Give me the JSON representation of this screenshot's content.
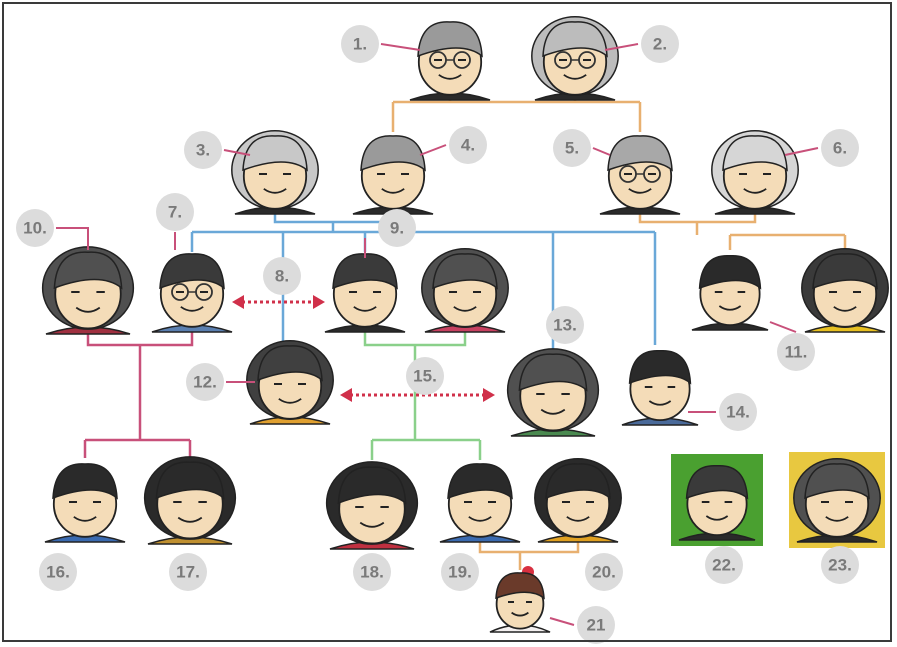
{
  "members": [
    {
      "id": "m1",
      "label": "1.",
      "hair": "#9a9a9a",
      "skin": "#f4dcb8",
      "shirt": "#2a2a2a",
      "glasses": true,
      "gender": "m"
    },
    {
      "id": "m2",
      "label": "2.",
      "hair": "#bcbcbc",
      "skin": "#f4dcb8",
      "shirt": "#2a2a2a",
      "glasses": true,
      "gender": "f"
    },
    {
      "id": "m3",
      "label": "3.",
      "hair": "#c8c8c8",
      "skin": "#f4dcb8",
      "shirt": "#2a2a2a",
      "glasses": false,
      "gender": "f"
    },
    {
      "id": "m4",
      "label": "4.",
      "hair": "#9a9a9a",
      "skin": "#f4dcb8",
      "shirt": "#2a2a2a",
      "glasses": false,
      "gender": "m"
    },
    {
      "id": "m5",
      "label": "5.",
      "hair": "#a8a8a8",
      "skin": "#f4dcb8",
      "shirt": "#2a2a2a",
      "glasses": true,
      "gender": "m"
    },
    {
      "id": "m6",
      "label": "6.",
      "hair": "#d6d6d6",
      "skin": "#f4dcb8",
      "shirt": "#2a2a2a",
      "glasses": false,
      "gender": "f"
    },
    {
      "id": "m7",
      "label": "7.",
      "hair": "#3a3a3a",
      "skin": "#f4dcb8",
      "shirt": "#5a7fb0",
      "glasses": true,
      "gender": "m"
    },
    {
      "id": "m8",
      "label": "",
      "hair": "#3a3a3a",
      "skin": "#f4dcb8",
      "shirt": "#2a2a2a",
      "glasses": false,
      "gender": "m"
    },
    {
      "id": "m9",
      "label": "",
      "hair": "#505050",
      "skin": "#f4dcb8",
      "shirt": "#c84060",
      "glasses": false,
      "gender": "f"
    },
    {
      "id": "m10",
      "label": "10.",
      "hair": "#505050",
      "skin": "#f4dcb8",
      "shirt": "#a03040",
      "glasses": false,
      "gender": "f"
    },
    {
      "id": "m11a",
      "label": "",
      "hair": "#2a2a2a",
      "skin": "#f4dcb8",
      "shirt": "#2a2a2a",
      "glasses": false,
      "gender": "m"
    },
    {
      "id": "m11b",
      "label": "",
      "hair": "#3a3a3a",
      "skin": "#f4dcb8",
      "shirt": "#e8c020",
      "glasses": false,
      "gender": "f"
    },
    {
      "id": "m12",
      "label": "12.",
      "hair": "#404040",
      "skin": "#f4dcb8",
      "shirt": "#e0a030",
      "glasses": false,
      "gender": "f"
    },
    {
      "id": "m13",
      "label": "",
      "hair": "#505050",
      "skin": "#f4dcb8",
      "shirt": "#4a8a50",
      "glasses": false,
      "gender": "f"
    },
    {
      "id": "m14",
      "label": "14.",
      "hair": "#2a2a2a",
      "skin": "#f4dcb8",
      "shirt": "#4a6a9a",
      "glasses": false,
      "gender": "m"
    },
    {
      "id": "m16",
      "label": "16.",
      "hair": "#2a2a2a",
      "skin": "#f4dcb8",
      "shirt": "#3a6ab0",
      "glasses": false,
      "gender": "m"
    },
    {
      "id": "m17",
      "label": "17.",
      "hair": "#2a2a2a",
      "skin": "#f4dcb8",
      "shirt": "#c09030",
      "glasses": false,
      "gender": "f"
    },
    {
      "id": "m18",
      "label": "18.",
      "hair": "#2a2a2a",
      "skin": "#f4dcb8",
      "shirt": "#c03040",
      "glasses": false,
      "gender": "f"
    },
    {
      "id": "m19",
      "label": "19.",
      "hair": "#2a2a2a",
      "skin": "#f4dcb8",
      "shirt": "#3a6ab0",
      "glasses": false,
      "gender": "m"
    },
    {
      "id": "m20",
      "label": "20.",
      "hair": "#2a2a2a",
      "skin": "#f4dcb8",
      "shirt": "#e0a020",
      "glasses": false,
      "gender": "f"
    },
    {
      "id": "m21",
      "label": "21",
      "hair": "#6a3a2a",
      "skin": "#f4dcb8",
      "shirt": "#f4f0f0",
      "glasses": false,
      "gender": "baby"
    },
    {
      "id": "m22",
      "label": "22.",
      "hair": "#3a3a3a",
      "skin": "#f4dcb8",
      "shirt": "#2a2a2a",
      "glasses": false,
      "gender": "m",
      "bg": "#4aa030"
    },
    {
      "id": "m23",
      "label": "23.",
      "hair": "#505050",
      "skin": "#f4dcb8",
      "shirt": "#2a2a2a",
      "glasses": false,
      "gender": "f",
      "bg": "#e8c840"
    }
  ],
  "extra_labels": [
    "8.",
    "9.",
    "11.",
    "13.",
    "15."
  ],
  "colors": {
    "orange": "#e8b070",
    "blue": "#6aa8d8",
    "pink": "#c8507a",
    "green": "#8ad08a",
    "arrow": "#d0304a",
    "badge": "#dcdcdc",
    "badge_text": "#7a7a7a"
  }
}
